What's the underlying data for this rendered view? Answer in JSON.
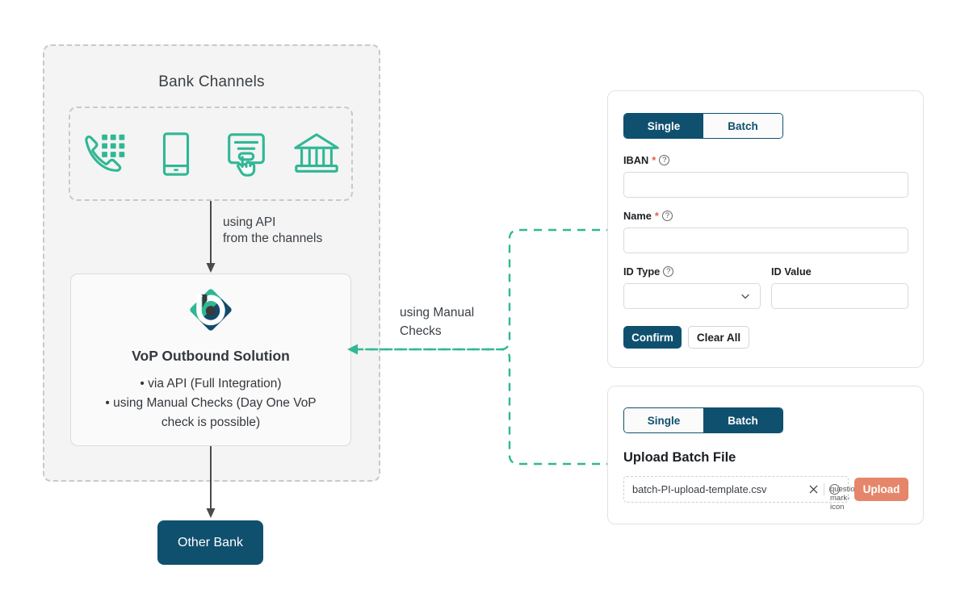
{
  "diagram": {
    "bank_channels": {
      "title": "Bank Channels",
      "icons": [
        "phone-keypad-icon",
        "mobile-phone-icon",
        "touch-screen-icon",
        "bank-building-icon"
      ]
    },
    "api_flow_label": "using API\nfrom the channels",
    "manual_flow_label": "using Manual\nChecks",
    "vop": {
      "logo": "bank-logo-diamond-icon",
      "title": "VoP Outbound Solution",
      "bullets": [
        "•  via API (Full Integration)",
        "•  using Manual Checks (Day One VoP",
        "check is possible)"
      ]
    },
    "other_bank": {
      "label": "Other Bank"
    }
  },
  "single_panel": {
    "tabs": [
      {
        "label": "Single",
        "active": true
      },
      {
        "label": "Batch",
        "active": false
      }
    ],
    "fields": {
      "iban": {
        "label": "IBAN",
        "required": "*",
        "help": "?",
        "value": "",
        "placeholder": ""
      },
      "name": {
        "label": "Name",
        "required": "*",
        "help": "?",
        "value": "",
        "placeholder": ""
      },
      "id_type": {
        "label": "ID Type",
        "help": "?",
        "value": "",
        "placeholder": ""
      },
      "id_value": {
        "label": "ID Value",
        "value": "",
        "placeholder": ""
      }
    },
    "buttons": {
      "confirm": "Confirm",
      "clear_all": "Clear All"
    }
  },
  "batch_panel": {
    "tabs": [
      {
        "label": "Single",
        "active": false
      },
      {
        "label": "Batch",
        "active": true
      }
    ],
    "upload_title": "Upload Batch File",
    "file_name": "batch-PI-upload-template.csv",
    "clear_icon": "close-x-icon",
    "help_icon": "question-mark-icon",
    "upload_button": "Upload"
  },
  "colors": {
    "navy": "#10506f",
    "teal": "#30b795",
    "orange": "#e5866a",
    "required_red": "#e2624a",
    "panel_bg": "#f4f4f4",
    "text_dark": "#34383d"
  }
}
